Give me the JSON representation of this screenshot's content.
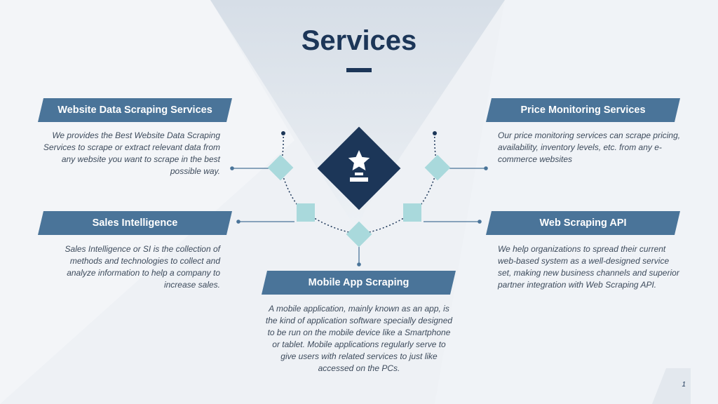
{
  "page": {
    "title": "Services",
    "page_number": "1"
  },
  "colors": {
    "navy": "#1c3658",
    "banner": "#4a7499",
    "aqua": "#a9d9dc",
    "text": "#3d4b5c"
  },
  "center_icon": "trophy-star-icon",
  "services": [
    {
      "title": "Website Data Scraping Services",
      "description": "We provides the Best Website Data Scraping Services to scrape or extract relevant data from any website you want to scrape in the best possible way."
    },
    {
      "title": "Price Monitoring Services",
      "description": "Our price monitoring services can scrape pricing, availability, inventory levels, etc. from any e-commerce websites"
    },
    {
      "title": "Sales Intelligence",
      "description": "Sales Intelligence or SI is the collection of methods and technologies to collect and analyze information to help a company to increase sales."
    },
    {
      "title": "Web Scraping API",
      "description": "We help organizations to spread their current web-based system as a well-designed service set, making new business channels and superior partner integration with Web Scraping API."
    },
    {
      "title": "Mobile App Scraping",
      "description": "A mobile application, mainly known as an app, is the kind of application software specially designed to be run on the mobile device like a Smartphone or tablet. Mobile applications regularly serve to give users with related services to just like accessed on the PCs."
    }
  ]
}
